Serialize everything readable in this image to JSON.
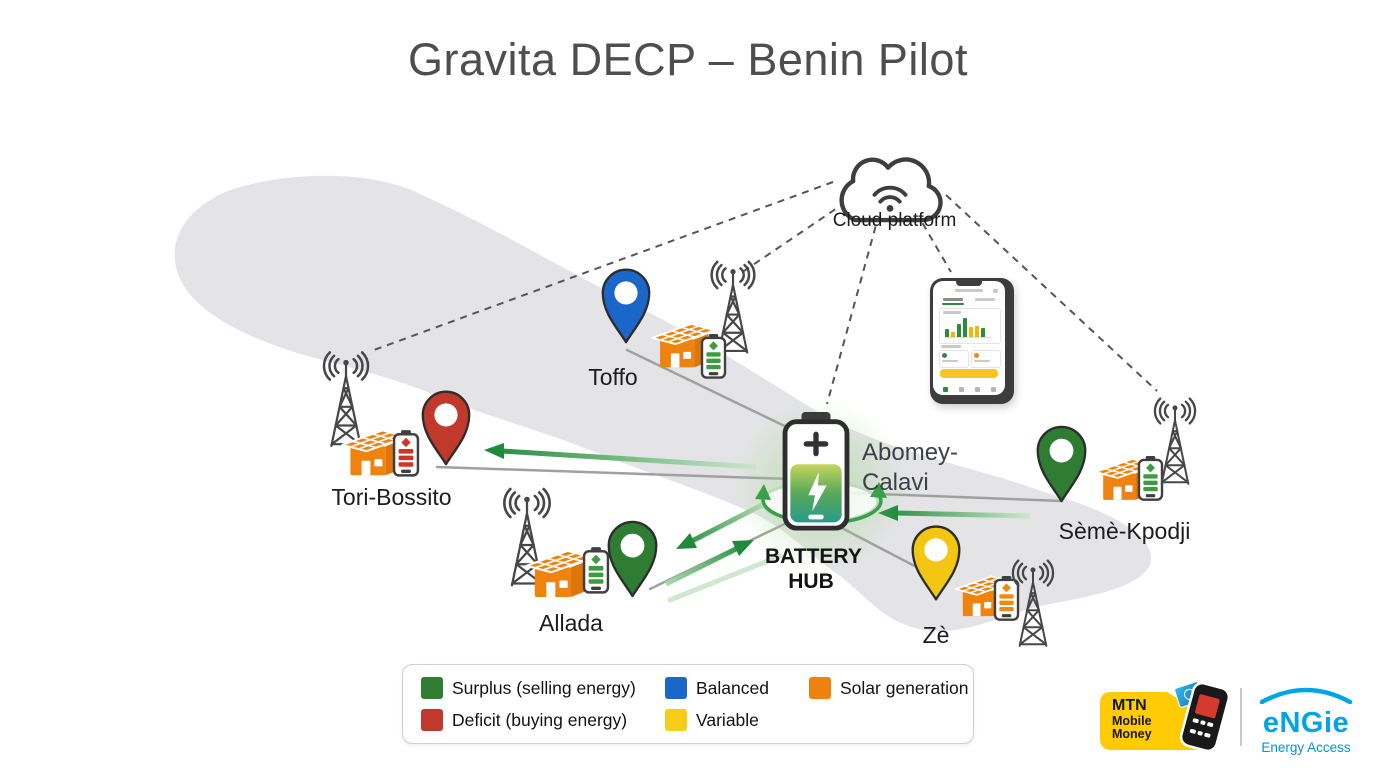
{
  "title": "Gravita DECP – Benin Pilot",
  "cloud": {
    "label": "Cloud platform"
  },
  "hub": {
    "label": "BATTERY HUB",
    "location": "Abomey-Calavi"
  },
  "sites": [
    {
      "id": "toffo",
      "label": "Toffo",
      "status": "balanced",
      "pin_color": "#1b66c9",
      "gauge_color": "#3d9c40"
    },
    {
      "id": "tori-bossito",
      "label": "Tori-Bossito",
      "status": "deficit",
      "pin_color": "#c0392b",
      "gauge_color": "#cf3527"
    },
    {
      "id": "allada",
      "label": "Allada",
      "status": "surplus",
      "pin_color": "#2e7d32",
      "gauge_color": "#3d9c40"
    },
    {
      "id": "ze",
      "label": "Zè",
      "status": "variable",
      "pin_color": "#f3c613",
      "gauge_color": "#ef8a10"
    },
    {
      "id": "seme-kpodji",
      "label": "Sèmè-Kpodji",
      "status": "surplus",
      "pin_color": "#2e7d32",
      "gauge_color": "#3d9c40"
    }
  ],
  "legend": {
    "items": [
      {
        "label": "Surplus (selling energy)",
        "color": "#2e7d32"
      },
      {
        "label": "Deficit (buying energy)",
        "color": "#c0392b"
      },
      {
        "label": "Balanced",
        "color": "#1b66c9"
      },
      {
        "label": "Variable",
        "color": "#f6ce17"
      },
      {
        "label": "Solar generation",
        "color": "#ee820d"
      }
    ]
  },
  "phone": {
    "bars": [
      {
        "h": 8,
        "color": "#2e8b3d"
      },
      {
        "h": 5,
        "color": "#f2b705"
      },
      {
        "h": 13,
        "color": "#2e8b3d"
      },
      {
        "h": 19,
        "color": "#2e8b3d"
      },
      {
        "h": 10,
        "color": "#f2b705"
      },
      {
        "h": 11,
        "color": "#f2b705"
      },
      {
        "h": 9,
        "color": "#2e8b3d"
      }
    ],
    "button_color": "#f7c51e"
  },
  "logos": {
    "mtn": {
      "line1": "MTN",
      "line2": "Mobile",
      "line3": "Money",
      "bg_color": "#ffcb05"
    },
    "engie": {
      "name": "eNGie",
      "tagline": "Energy Access",
      "color": "#00a5e8"
    }
  },
  "colors": {
    "solar_house": "#f0830f",
    "map_fill": "#e4e4e6",
    "arrow_green": "#1f8a3b",
    "hub_glow": "#9dd686"
  }
}
